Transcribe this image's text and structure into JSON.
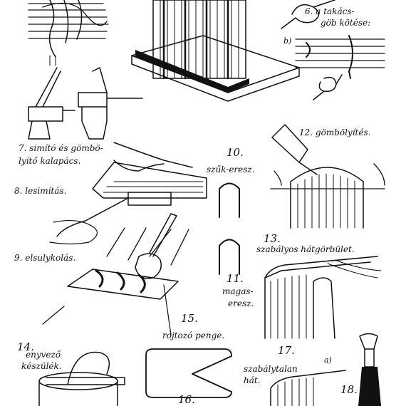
{
  "captions": {
    "fig6": "6. a takács-",
    "fig6b": "göb kötése:",
    "fig6_sub_b": "b)",
    "fig7a": "7. simító és gömbö-",
    "fig7b": "lyítő kalapács.",
    "fig8": "8. lesimítás.",
    "fig9": "9. elsulykolás.",
    "fig10_num": "10.",
    "fig10": "szűk-eresz.",
    "fig11_num": "11.",
    "fig11a": "magas-",
    "fig11b": "eresz.",
    "fig12": "12. gömbölyítés.",
    "fig13_num": "13.",
    "fig13": "szabályos hátgörbület.",
    "fig14_num": "14.",
    "fig14a": "enyvező",
    "fig14b": "készülék.",
    "fig15_num": "15.",
    "fig15": "rojtozó penge.",
    "fig16_num": "16.",
    "fig17_num": "17.",
    "fig17a": "szabálytalan",
    "fig17b": "hát.",
    "fig18_num": "18.",
    "fig18_sub_a": "a)"
  }
}
